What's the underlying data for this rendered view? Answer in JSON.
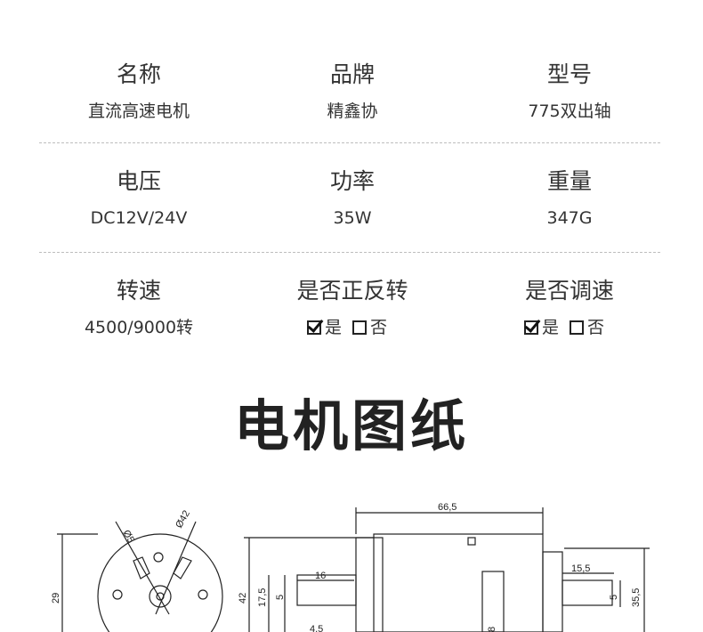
{
  "specs": {
    "row1": [
      {
        "label": "名称",
        "value": "直流高速电机"
      },
      {
        "label": "品牌",
        "value": "精鑫协"
      },
      {
        "label": "型号",
        "value": "775双出轴"
      }
    ],
    "row2": [
      {
        "label": "电压",
        "value": "DC12V/24V"
      },
      {
        "label": "功率",
        "value": "35W"
      },
      {
        "label": "重量",
        "value": "347G"
      }
    ],
    "row3": [
      {
        "label": "转速",
        "value": "4500/9000转"
      },
      {
        "label": "是否正反转",
        "options": [
          {
            "text": "是",
            "checked": true
          },
          {
            "text": "否",
            "checked": false
          }
        ]
      },
      {
        "label": "是否调速",
        "options": [
          {
            "text": "是",
            "checked": true
          },
          {
            "text": "否",
            "checked": false
          }
        ]
      }
    ]
  },
  "section_title": "电机图纸",
  "drawing": {
    "front_labels": {
      "d1": "Ø5",
      "d2": "Ø42",
      "h": "29"
    },
    "side_labels": {
      "length": "66,5",
      "height": "42",
      "shaft_left_len": "16",
      "shaft_left_h": "17,5",
      "shaft_left_d": "5",
      "shaft_right_len": "15,5",
      "shaft_right_d": "5",
      "right_h": "35,5",
      "bottom_small": "4,5",
      "bottom_right": "8"
    }
  }
}
